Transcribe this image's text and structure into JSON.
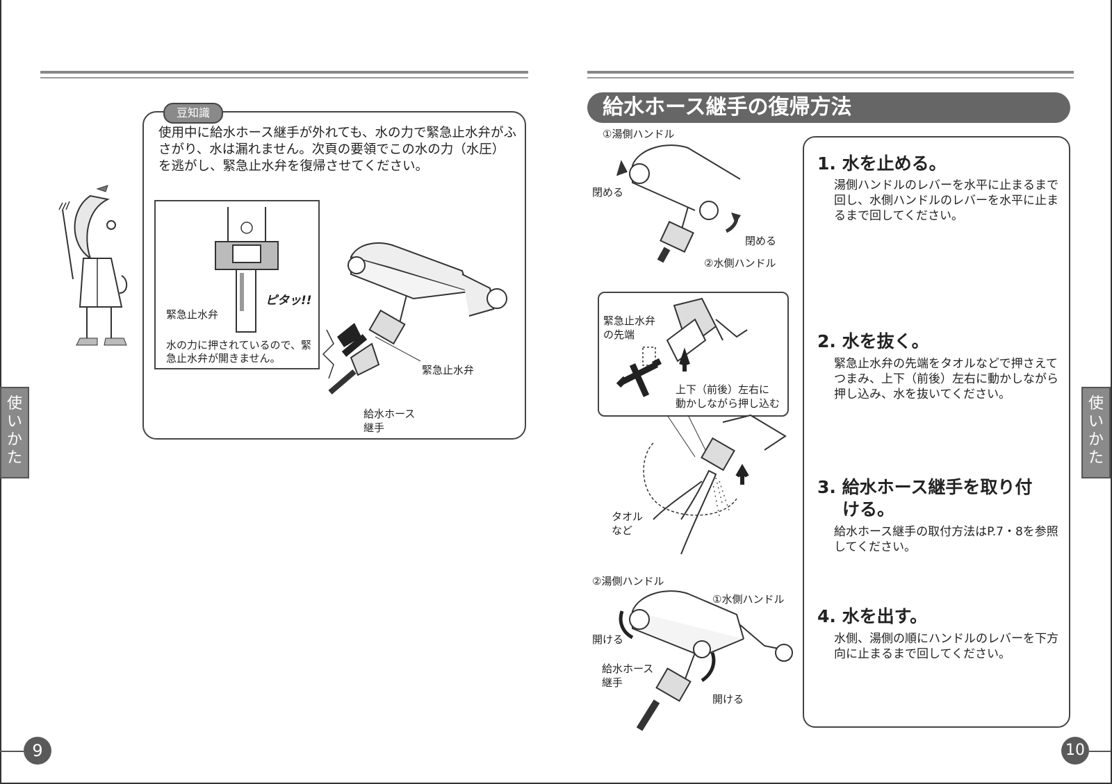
{
  "left_page": {
    "note_badge": "豆知識",
    "note_text": "使用中に給水ホース継手が外れても、水の力で緊急止水弁がふさがり、水は漏れません。次頁の要領でこの水の力（水圧）を逃がし、緊急止水弁を復帰させてください。",
    "inset_label_valve": "緊急止水弁",
    "inset_label_caption": "水の力に押されているので、緊急止水弁が開きません。",
    "pita_label": "ピタッ!!",
    "label_valve": "緊急止水弁",
    "label_hose_joint_line1": "給水ホース",
    "label_hose_joint_line2": "継手",
    "side_tab": [
      "使",
      "い",
      "か",
      "た"
    ],
    "page_number": "9"
  },
  "right_page": {
    "title": "給水ホース継手の復帰方法",
    "fig1": {
      "hot_handle": "①湯側ハンドル",
      "close_left": "閉める",
      "close_right": "閉める",
      "cold_handle": "②水側ハンドル"
    },
    "fig2": {
      "valve_tip_line1": "緊急止水弁",
      "valve_tip_line2": "の先端",
      "instruction_line1": "上下（前後）左右に",
      "instruction_line2": "動かしながら押し込む",
      "towel_line1": "タオル",
      "towel_line2": "など"
    },
    "fig3": {
      "hot_handle": "②湯側ハンドル",
      "cold_handle": "①水側ハンドル",
      "open_left": "開ける",
      "open_right": "開ける",
      "hose_joint_line1": "給水ホース",
      "hose_joint_line2": "継手"
    },
    "steps": [
      {
        "heading": "1. 水を止める。",
        "body": "湯側ハンドルのレバーを水平に止まるまで回し、水側ハンドルのレバーを水平に止まるまで回してください。"
      },
      {
        "heading": "2. 水を抜く。",
        "body": "緊急止水弁の先端をタオルなどで押さえてつまみ、上下（前後）左右に動かしながら押し込み、水を抜いてください。"
      },
      {
        "heading": "3. 給水ホース継手を取り付",
        "heading2": "ける。",
        "body": "給水ホース継手の取付方法はP.7・8を参照してください。"
      },
      {
        "heading": "4. 水を出す。",
        "body": "水側、湯側の順にハンドルのレバーを下方向に止まるまで回してください。"
      }
    ],
    "side_tab": [
      "使",
      "い",
      "か",
      "た"
    ],
    "page_number": "10"
  }
}
